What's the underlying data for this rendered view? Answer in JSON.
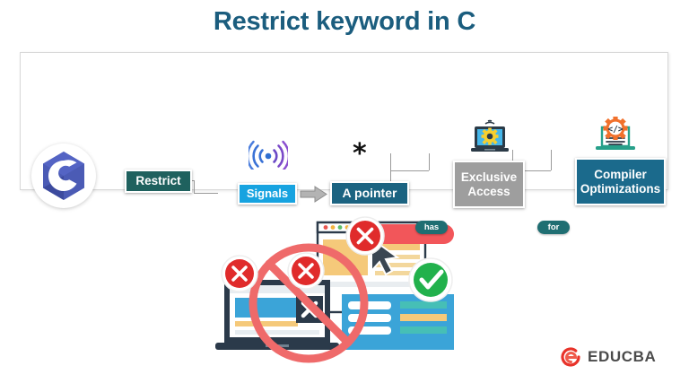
{
  "page": {
    "title": "Restrict keyword in C",
    "background": "#ffffff",
    "title_color": "#1b5d7e"
  },
  "diagram": {
    "panel_border": "#d8d8d8",
    "logo": {
      "name": "c-language-logo",
      "letter": "C",
      "hex_color": "#4b5bb5",
      "accent_color": "#3a47a0"
    },
    "nodes": [
      {
        "id": "restrict",
        "label": "Restrict",
        "color": "#1f615e",
        "text_color": "#ffffff"
      },
      {
        "id": "signals",
        "label": "Signals",
        "color": "#17a3e0",
        "text_color": "#ffffff"
      },
      {
        "id": "pointer",
        "label": "A pointer",
        "color": "#1b6381",
        "text_color": "#ffffff"
      },
      {
        "id": "exclusive",
        "label_line1": "Exclusive",
        "label_line2": "Access",
        "color": "#9e9e9e",
        "text_color": "#ffffff"
      },
      {
        "id": "compiler",
        "label_line1": "Compiler",
        "label_line2": "Optimizations",
        "color": "#1b6a8c",
        "text_color": "#ffffff"
      }
    ],
    "connector_labels": [
      {
        "id": "has",
        "label": "has",
        "color": "#1f6e72"
      },
      {
        "id": "for",
        "label": "for",
        "color": "#1f6e72"
      }
    ],
    "symbols": {
      "pointer_symbol": "*"
    },
    "icons": [
      {
        "name": "wifi-signal-icon",
        "above": "signals",
        "colors": [
          "#2f6fd0",
          "#7a49c8"
        ]
      },
      {
        "name": "laptop-gear-icon",
        "above": "exclusive",
        "colors": [
          "#2b3a47",
          "#45b6ea",
          "#f7cf2e"
        ]
      },
      {
        "name": "laptop-code-gear-icon",
        "above": "compiler",
        "colors": [
          "#27a08a",
          "#f1712c"
        ]
      },
      {
        "name": "arrow-right-icon",
        "between": "signals-pointer",
        "color": "#a8a8a8"
      }
    ]
  },
  "illustration": {
    "name": "restricted-access-illustration",
    "elements": [
      {
        "name": "laptop-window",
        "color": "#2b3a4a"
      },
      {
        "name": "browser-window",
        "color": "#ffffff"
      },
      {
        "name": "error-badge",
        "count": 3,
        "color": "#e02b2b"
      },
      {
        "name": "prohibition-sign",
        "color": "#ef6a6a"
      },
      {
        "name": "success-check",
        "color": "#22b14c"
      },
      {
        "name": "cursor-pointer",
        "color": "#3a4652"
      },
      {
        "name": "red-bar",
        "color": "#f2565a"
      }
    ]
  },
  "footer": {
    "brand": "EDUCBA",
    "brand_color": "#4a4a4a",
    "mark_color": "#e8332a"
  }
}
